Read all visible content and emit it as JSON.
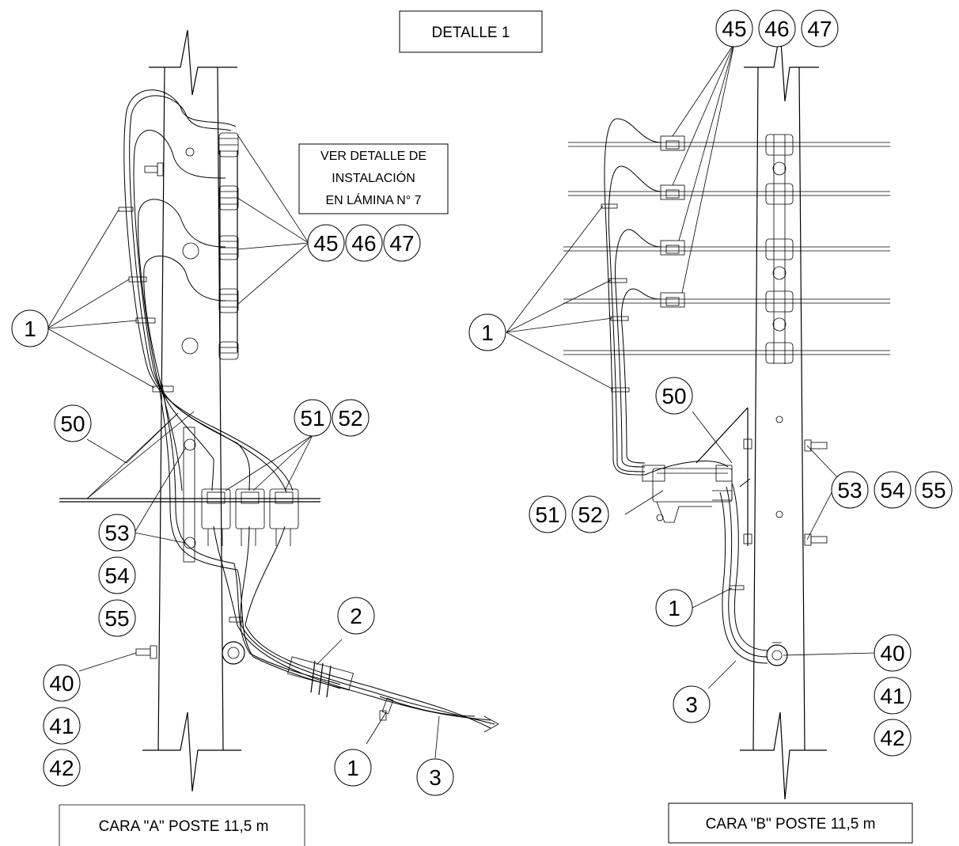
{
  "detail_title": "DETALLE 1",
  "note": {
    "line1": "VER DETALLE DE",
    "line2": "INSTALACIÓN",
    "line3": "EN LÁMINA N° 7"
  },
  "caption_a": "CARA \"A\" POSTE 11,5 m",
  "caption_b": "CARA \"B\" POSTE 11,5 m",
  "callouts": {
    "a_45": "45",
    "a_46": "46",
    "a_47": "47",
    "a_1_top": "1",
    "a_50": "50",
    "a_51": "51",
    "a_52": "52",
    "a_53": "53",
    "a_54": "54",
    "a_55": "55",
    "a_2": "2",
    "a_40": "40",
    "a_41": "41",
    "a_42": "42",
    "a_1_bottom": "1",
    "a_3": "3",
    "b_45": "45",
    "b_46": "46",
    "b_47": "47",
    "b_1_top": "1",
    "b_50": "50",
    "b_51": "51",
    "b_52": "52",
    "b_53": "53",
    "b_54": "54",
    "b_55": "55",
    "b_1_mid": "1",
    "b_40": "40",
    "b_41": "41",
    "b_42": "42",
    "b_3": "3"
  }
}
